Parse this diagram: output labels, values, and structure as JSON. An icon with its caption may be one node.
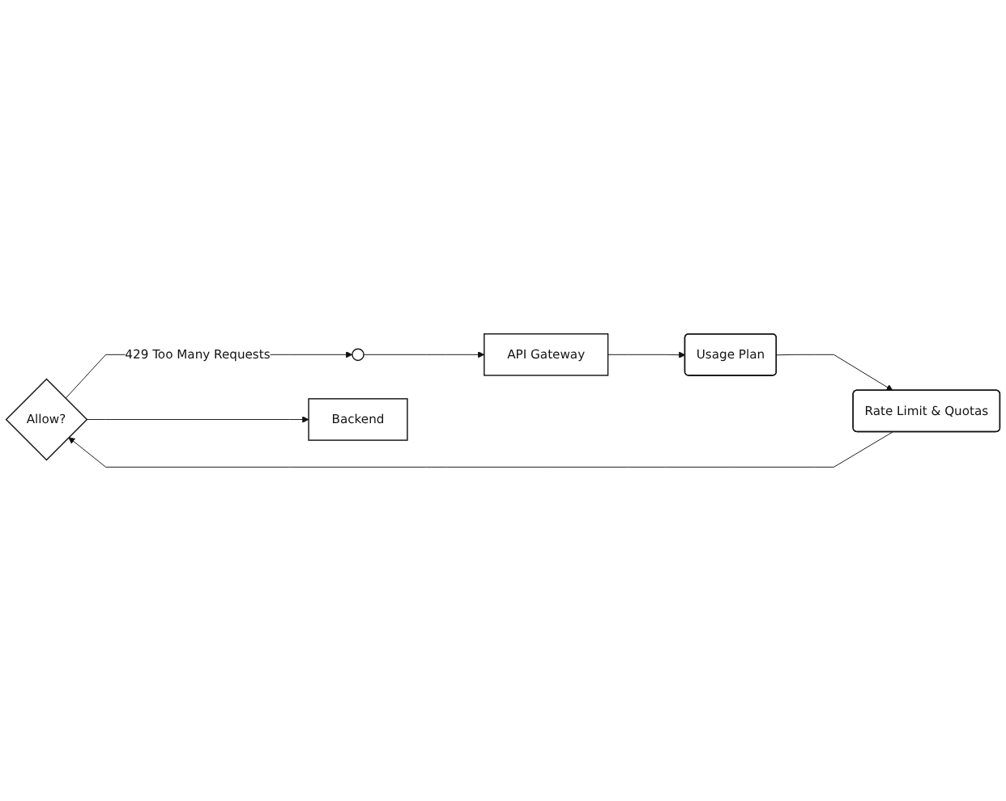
{
  "diagram": {
    "nodes": [
      {
        "text": [
          "Allow?"
        ]
      },
      {
        "text": [
          "Rate Limit & Quotas"
        ]
      },
      {
        "text": [
          "Usage Plan"
        ]
      },
      {
        "text": [],
        "shape": "person"
      },
      {
        "text": [
          "API Gateway"
        ]
      },
      {
        "text": [
          "Backend"
        ]
      }
    ],
    "edges": [
      {
        "from": 3,
        "to": 4,
        "arrow": "to"
      },
      {
        "from": 4,
        "to": 2,
        "arrow": "to"
      },
      {
        "from": 2,
        "to": 1,
        "arrow": "to"
      },
      {
        "from": 1,
        "to": 0,
        "arrow": "to"
      },
      {
        "from": 0,
        "to": 3,
        "arrow": "to",
        "label": "429 Too Many Requests"
      },
      {
        "from": 0,
        "to": 5,
        "arrow": "to"
      }
    ]
  }
}
